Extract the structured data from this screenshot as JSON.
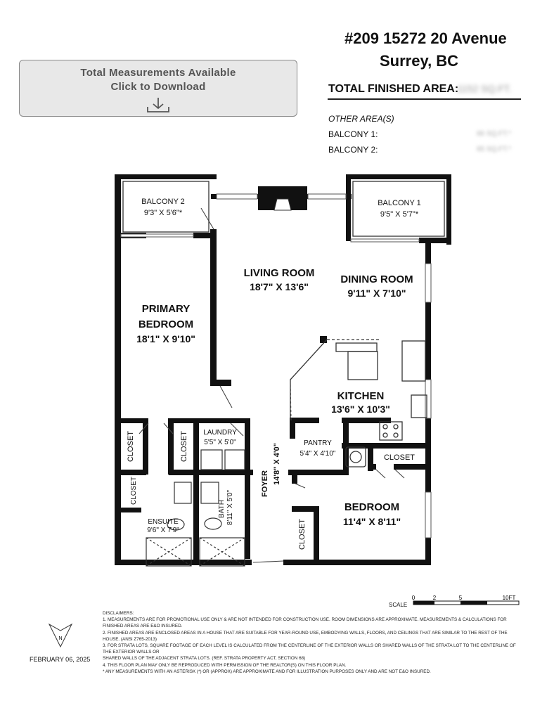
{
  "download": {
    "line1": "Total Measurements Available",
    "line2": "Click to Download"
  },
  "header": {
    "address_line1": "#209 15272 20 Avenue",
    "address_line2": "Surrey, BC",
    "total_finished_area_label": "TOTAL FINISHED AREA:",
    "total_finished_area_value": "1152 SQ.FT.",
    "other_areas_label": "OTHER AREA(S)",
    "balconies": [
      {
        "label": "BALCONY 1:",
        "value": "66 SQ.FT.*"
      },
      {
        "label": "BALCONY 2:",
        "value": "65 SQ.FT.*"
      }
    ]
  },
  "rooms": {
    "balcony2": {
      "name": "BALCONY 2",
      "dims": "9'3\" X 5'6\"*"
    },
    "balcony1": {
      "name": "BALCONY 1",
      "dims": "9'5\" X 5'7\"*"
    },
    "living": {
      "name": "LIVING ROOM",
      "dims": "18'7\" X 13'6\""
    },
    "dining": {
      "name": "DINING ROOM",
      "dims": "9'11\" X 7'10\""
    },
    "primary": {
      "name1": "PRIMARY",
      "name2": "BEDROOM",
      "dims": "18'1\" X 9'10\""
    },
    "kitchen": {
      "name": "KITCHEN",
      "dims": "13'6\" X 10'3\""
    },
    "pantry": {
      "name": "PANTRY",
      "dims": "5'4\" X 4'10\""
    },
    "laundry": {
      "name": "LAUNDRY",
      "dims": "5'5\" X 5'0\""
    },
    "closet": "CLOSET",
    "ensuite": {
      "name": "ENSUITE",
      "dims": "9'6\" X 7'9\""
    },
    "bath": {
      "name": "BATH",
      "dims": "8'11\" X 5'0\""
    },
    "foyer": {
      "name": "FOYER",
      "dims": "14'8\" X 4'0\""
    },
    "bedroom": {
      "name": "BEDROOM",
      "dims": "11'4\" X 8'11\""
    }
  },
  "scale": {
    "label": "SCALE",
    "ticks": [
      "0",
      "2",
      "5",
      "10FT"
    ]
  },
  "compass": {
    "letter": "N"
  },
  "date": "FEBRUARY 06, 2025",
  "disclaimers": [
    "DISCLAIMERS:",
    "1. MEASUREMENTS ARE FOR PROMOTIONAL USE ONLY & ARE NOT INTENDED FOR CONSTRUCTION USE. ROOM DIMENSIONS ARE APPROXIMATE. MEASUREMENTS & CALCULATIONS FOR",
    "FINISHED AREAS ARE E&O INSURED.",
    "2. FINISHED AREAS ARE ENCLOSED AREAS IN A HOUSE THAT ARE SUITABLE FOR YEAR-ROUND USE, EMBODYING WALLS, FLOORS, AND CEILINGS THAT ARE SIMILAR TO THE REST OF THE",
    "HOUSE. (ANSI Z765-2013)",
    "3. FOR STRATA LOTS, SQUARE FOOTAGE OF EACH LEVEL IS CALCULATED FROM THE CENTERLINE OF THE EXTERIOR WALLS OR SHARED WALLS OF THE STRATA LOT TO THE CENTERLINE OF",
    "THE EXTERIOR WALLS OR",
    "SHARED WALLS OF THE ADJACENT STRATA LOTS. (REF. STRATA PROPERTY ACT, SECTION 68)",
    "4. THIS FLOOR PLAN MAY ONLY BE REPRODUCED WITH PERMISSION OF THE REALTOR(S) ON THIS FLOOR PLAN.",
    "* ANY MEASUREMENTS WITH AN ASTERISK (*) OR (APPROX) ARE APPROXIMATE AND FOR ILLUSTRATION PURPOSES ONLY AND ARE NOT E&O INSURED."
  ]
}
